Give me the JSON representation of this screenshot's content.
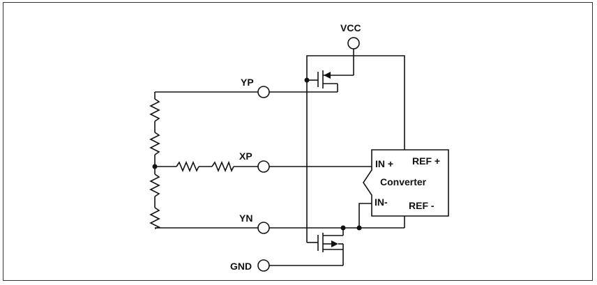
{
  "labels": {
    "vcc": "VCC",
    "yp": "YP",
    "xp": "XP",
    "yn": "YN",
    "gnd": "GND"
  },
  "converter": {
    "in_plus": "IN +",
    "ref_plus": "REF +",
    "name": "Converter",
    "in_minus": "IN-",
    "ref_minus": "REF -"
  }
}
